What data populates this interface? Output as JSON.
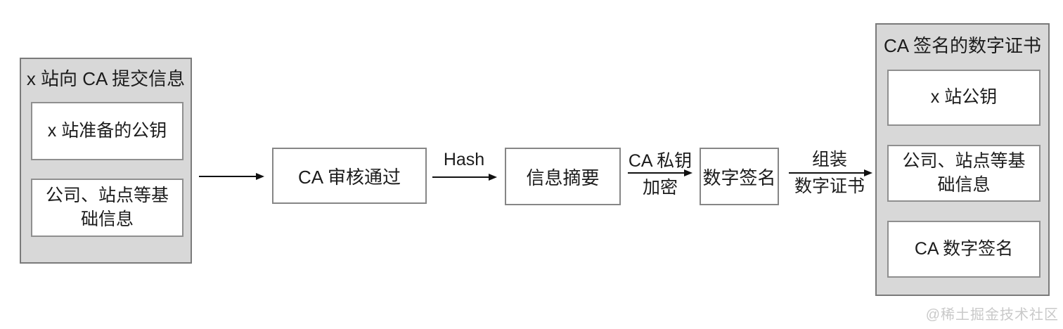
{
  "diagram": {
    "left_group": {
      "title": "x 站向 CA 提交信息",
      "items": {
        "0": "x 站准备的公钥",
        "1": "公司、站点等基础信息"
      }
    },
    "nodes": {
      "ca_review": "CA 审核通过",
      "digest": "信息摘要",
      "signature": "数字签名"
    },
    "arrows": {
      "hash_label": "Hash",
      "encrypt_label_top": "CA 私钥",
      "encrypt_label_bottom": "加密",
      "assemble_label_top": "组装",
      "assemble_label_bottom": "数字证书"
    },
    "right_group": {
      "title": "CA 签名的数字证书",
      "items": {
        "0": "x 站公钥",
        "1": "公司、站点等基础信息",
        "2": "CA 数字签名"
      }
    },
    "watermark": "@稀土掘金技术社区",
    "colors": {
      "group_fill": "#d8d8d8",
      "group_border": "#7a7a7a",
      "node_fill": "#ffffff",
      "node_border": "#868686",
      "text": "#1c1c1c",
      "arrow": "#111111",
      "watermark": "#c9c9c9"
    }
  }
}
